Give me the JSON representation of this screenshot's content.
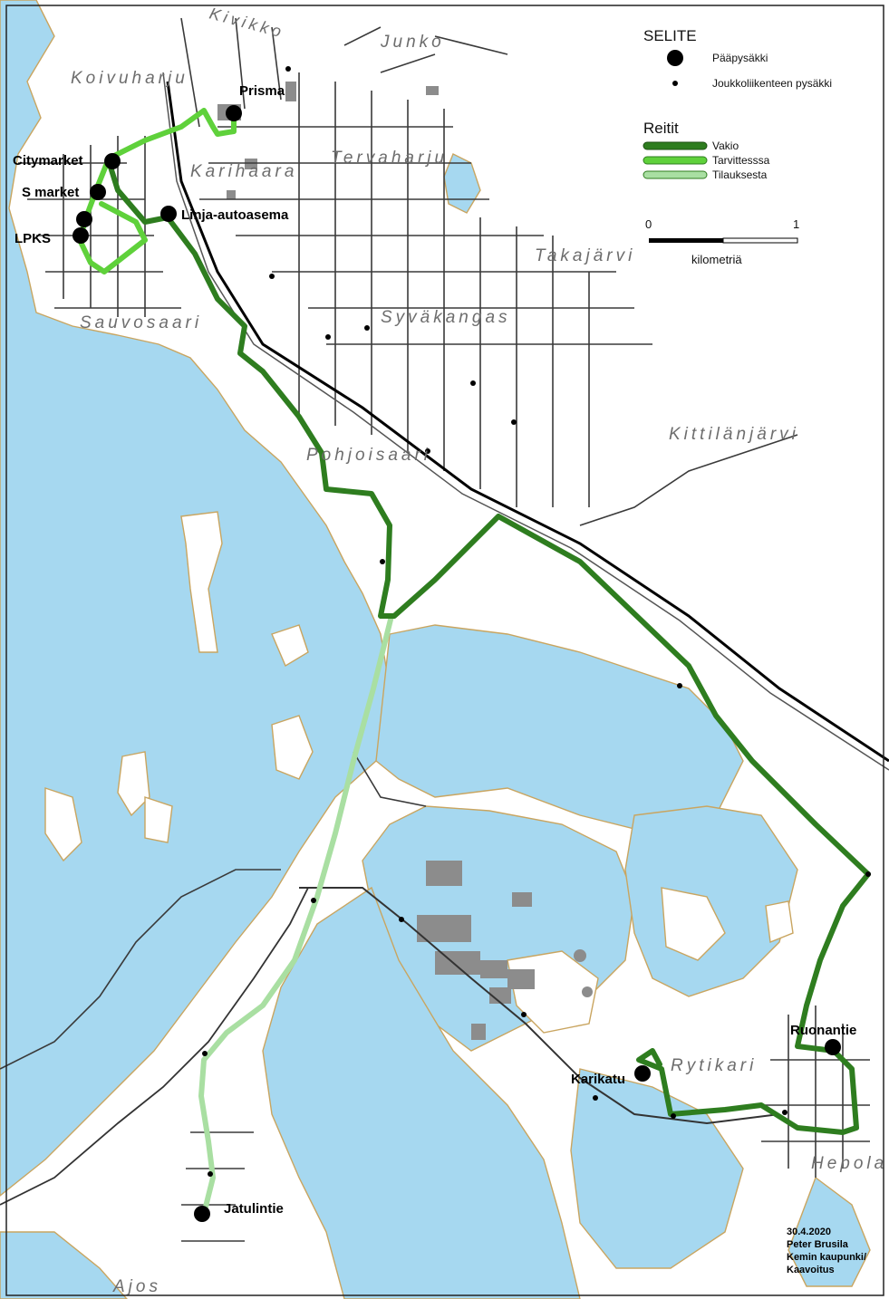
{
  "legend": {
    "title": "SELITE",
    "main_stop": "Pääpysäkki",
    "minor_stop": "Joukkoliikenteen pysäkki",
    "routes_title": "Reitit",
    "routes": [
      {
        "label": "Vakio",
        "color": "#2e7d1f"
      },
      {
        "label": "Tarvittesssa",
        "color": "#5fd13b"
      },
      {
        "label": "Tilauksesta",
        "color": "#a9dfa2"
      }
    ],
    "scale": {
      "start": "0",
      "end": "1",
      "unit": "kilometriä"
    }
  },
  "places": [
    "Koivuharju",
    "Junko",
    "Kivikko",
    "Sauvosaari",
    "Takajärvi",
    "Syväkangas",
    "Kittilänjärvi",
    "Pohjoisaari",
    "Rytikari",
    "Hepola",
    "Ajos",
    "Karihaara",
    "Tervaharju"
  ],
  "stops": [
    "Prisma",
    "Citymarket",
    "S market",
    "Linja-autoasema",
    "LPKS",
    "Ruonantie",
    "Karikatu",
    "Jatulintie"
  ],
  "credits": [
    "30.4.2020",
    "Peter Brusila",
    "Kemin kaupunki/",
    "Kaavoitus"
  ],
  "colors": {
    "water": "#a6d8f0",
    "shore": "#c9a560",
    "road": "#3a3a3a",
    "building": "#8c8c8c"
  }
}
